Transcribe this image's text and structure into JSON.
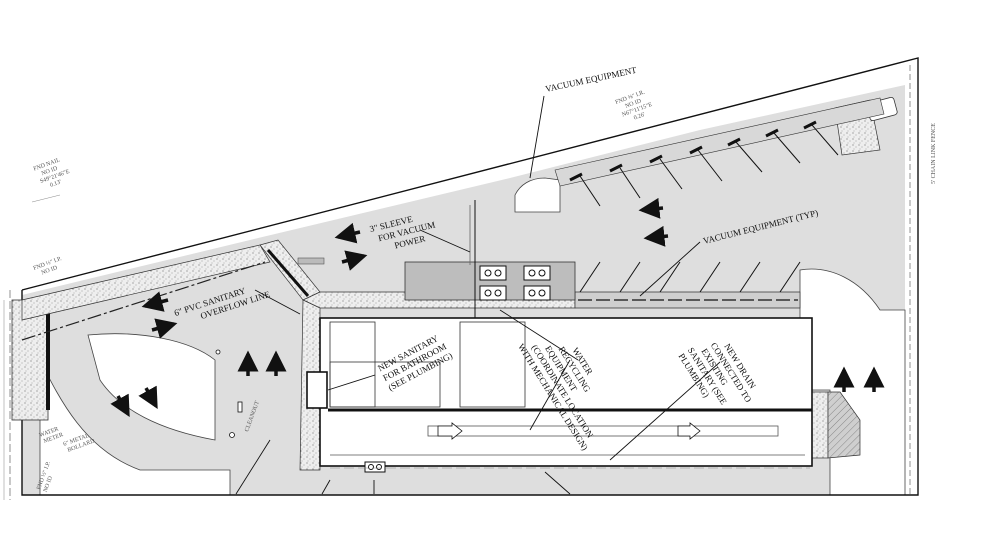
{
  "labels": {
    "vacuum_equipment_top": "VACUUM EQUIPMENT",
    "vacuum_equipment_typ": "VACUUM EQUIPMENT (TYP)",
    "sleeve": [
      "3\" SLEEVE",
      "FOR VACUUM",
      "POWER"
    ],
    "sanitary_overflow": [
      "6\" PVC SANITARY",
      "OVERFLOW LINE"
    ],
    "new_sanitary": [
      "NEW SANITARY",
      "FOR BATHROOM",
      "(SEE PLUMBING)"
    ],
    "water_recycling": [
      "WATER",
      "RECYCLING",
      "EQUIPMENT",
      "(COORDINATE LOCATION",
      "WITH MECHANICAL DESIGN)"
    ],
    "new_drain": [
      "NEW DRAIN",
      "CONNECTED TO",
      "EXISTING",
      "SANITARY (SEE",
      "PLUMBING)"
    ]
  },
  "survey_notes": {
    "nail": [
      "FND NAIL",
      "NO ID",
      "S49°21'46\"E",
      "0.13'"
    ],
    "ip_left": [
      "FND ½\" I.P.",
      "NO ID"
    ],
    "ip_top": [
      "FND ⅝\" I.R.",
      "NO ID",
      "N67°11'15\"E",
      "0.26'"
    ],
    "water_meter": [
      "WATER",
      "METER"
    ],
    "bollard": [
      "6\" METAL",
      "BOLLARD"
    ],
    "ip_bottom": [
      "FND ½\" I.P.",
      "NO ID"
    ],
    "cleanout": "CLEANOUT",
    "fence": "5' CHAIN LINK FENCE"
  },
  "colors": {
    "paving": "#dcdcdc",
    "landscape": "#e9e9e9",
    "line": "#111111",
    "equipment": "#bdbdbd"
  },
  "icons": [
    "arrow-icon",
    "vacuum-unit-icon",
    "toilet-icon",
    "hatch-pattern"
  ]
}
